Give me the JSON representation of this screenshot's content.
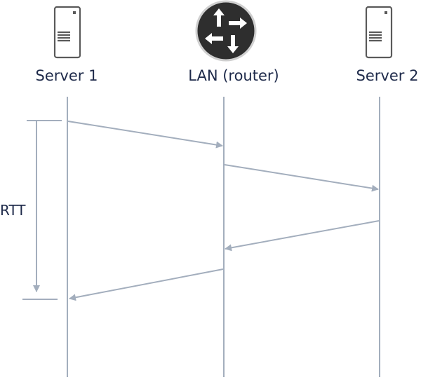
{
  "nodes": [
    {
      "id": "server1",
      "label": "Server 1",
      "icon": "server-icon"
    },
    {
      "id": "router",
      "label": "LAN (router)",
      "icon": "router-icon"
    },
    {
      "id": "server2",
      "label": "Server 2",
      "icon": "server-icon"
    }
  ],
  "rtt_label": "RTT",
  "messages": [
    {
      "from": "server1",
      "to": "router",
      "order": 1
    },
    {
      "from": "router",
      "to": "server2",
      "order": 2
    },
    {
      "from": "server2",
      "to": "router",
      "order": 3
    },
    {
      "from": "router",
      "to": "server1",
      "order": 4
    }
  ],
  "colors": {
    "line": "#a3aebd",
    "icon": "#5a5a5a",
    "router_bg": "#2e2e2e",
    "text": "#1e2a4a"
  }
}
